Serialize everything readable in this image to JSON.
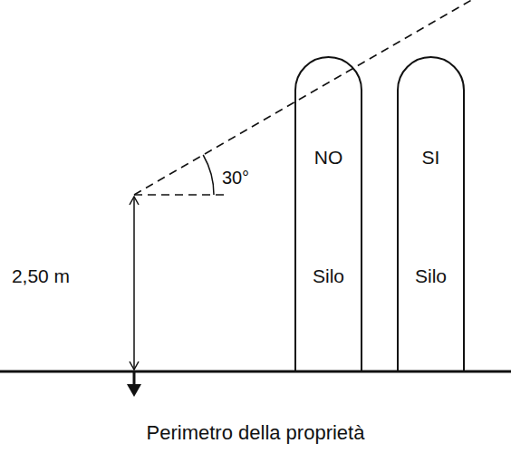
{
  "diagram": {
    "nodes": [
      {
        "text": [
          "NO",
          "Silo"
        ]
      },
      {
        "text": [
          "SI",
          "Silo"
        ]
      }
    ],
    "labels": [
      "30°",
      "2,50 m",
      "Perimetro della proprietà"
    ]
  }
}
